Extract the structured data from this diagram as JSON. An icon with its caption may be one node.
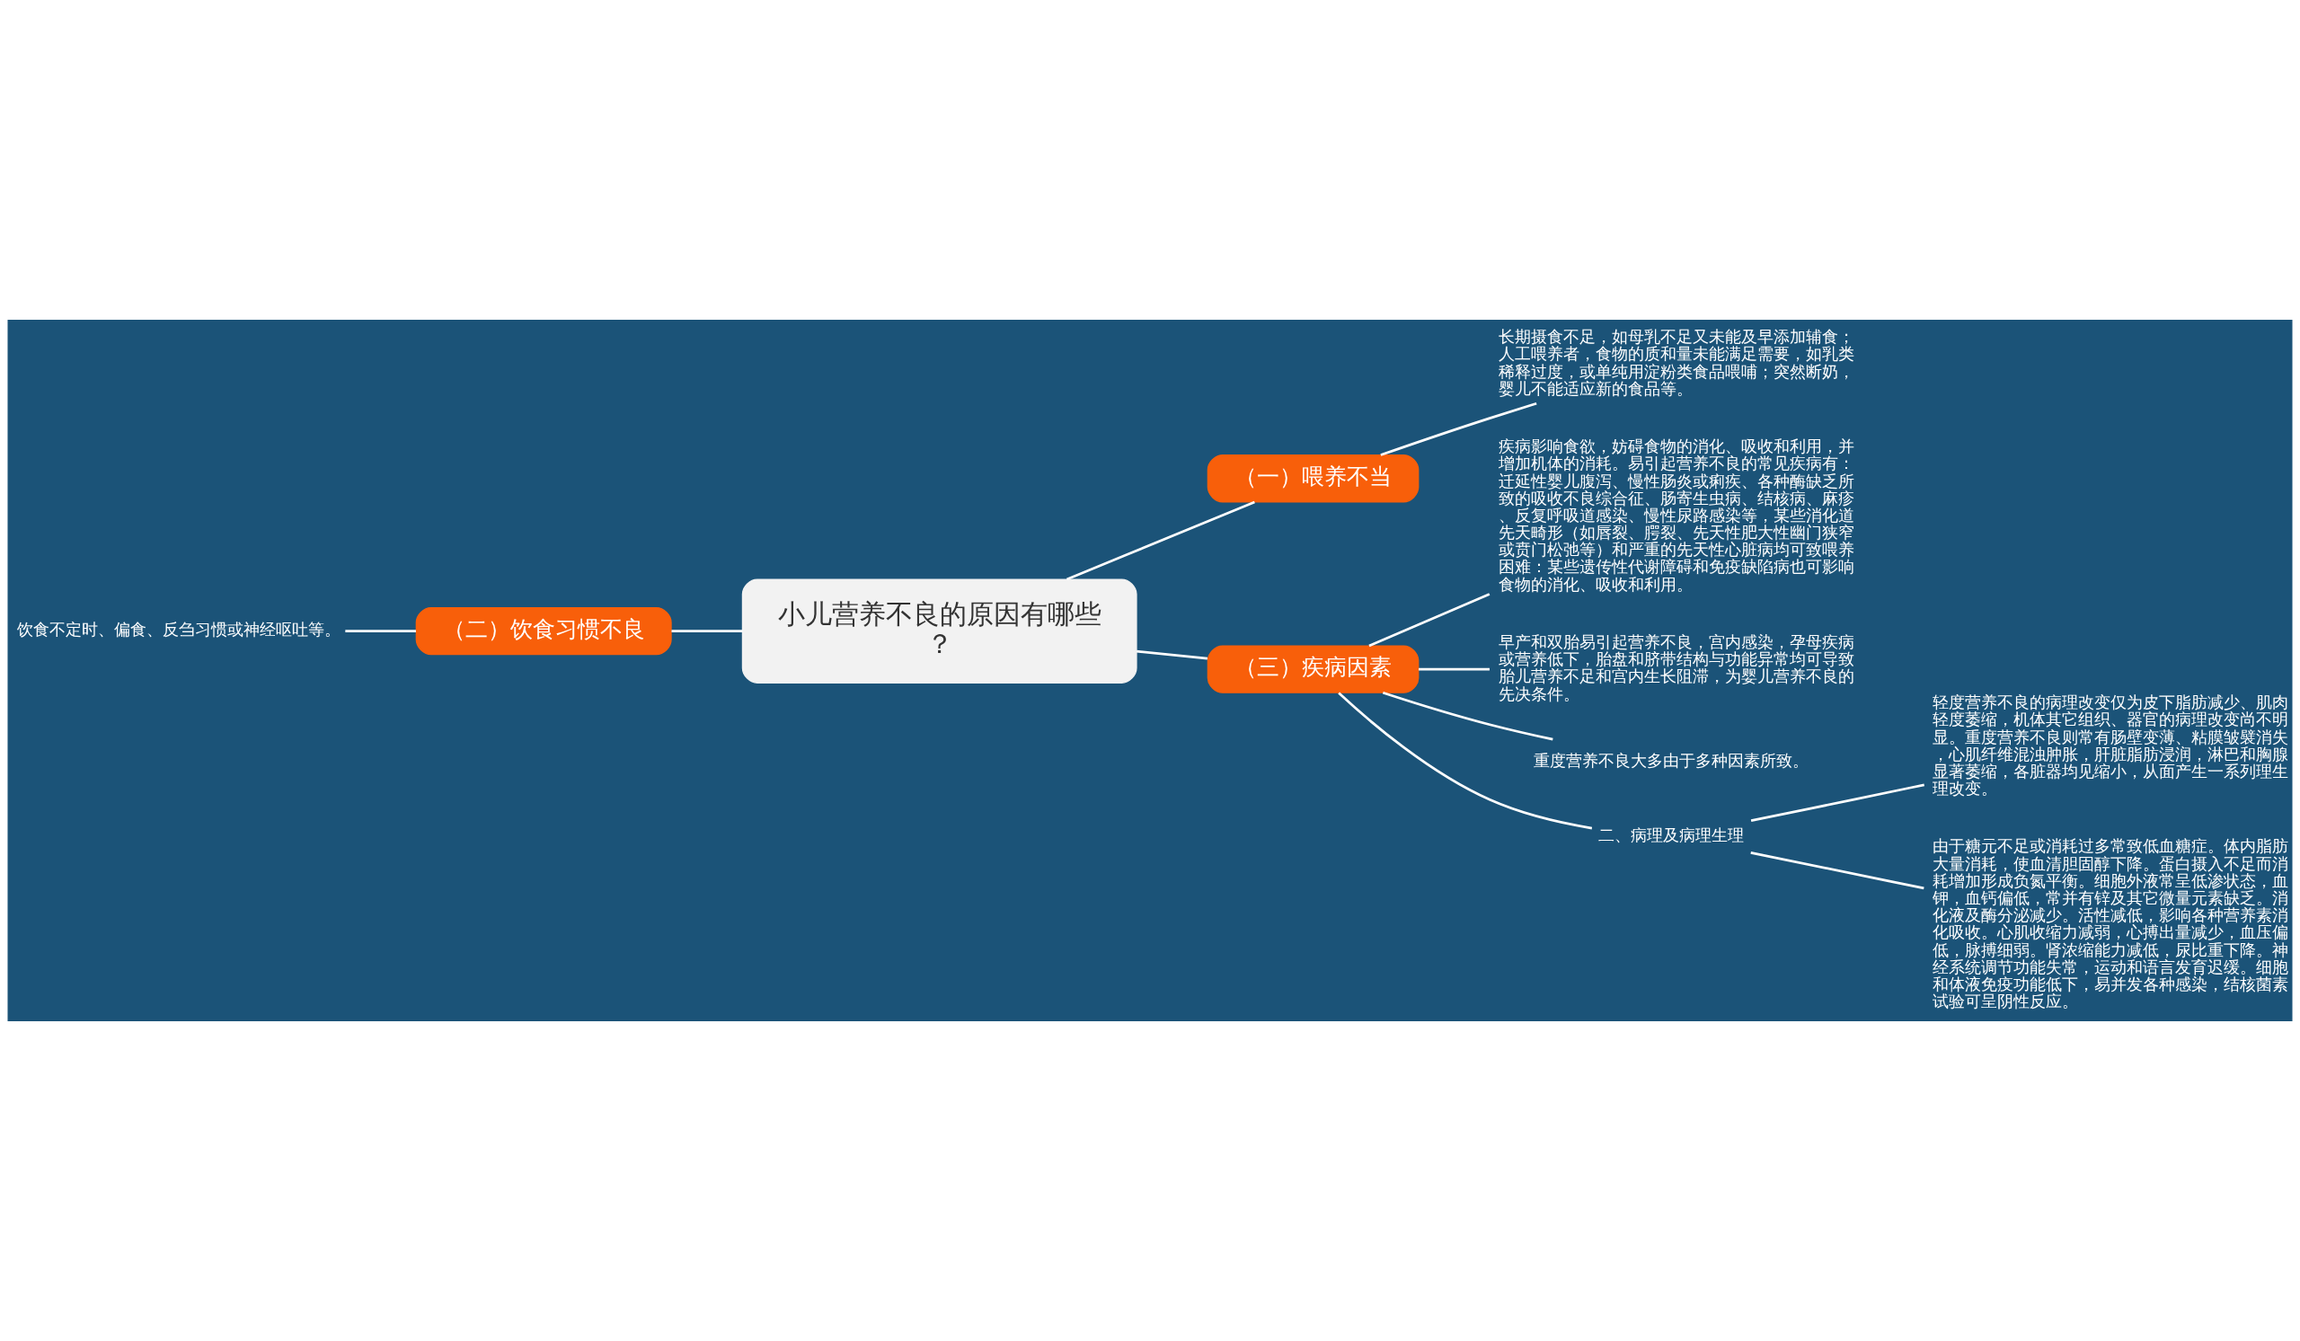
{
  "diagram": {
    "nodes": [
      {
        "text": [
          "小儿营养不良的原因有哪些？"
        ]
      },
      {
        "text": [
          "（一）喂养不当"
        ]
      },
      {
        "text": [
          "长期摄食不足，如母乳不足又未能及早添加辅食；人工喂养者，食物的质和量未能满足需要，如乳类稀释过度，或单纯用淀粉类食品喂哺；突然断奶，婴儿不能适应新的食品等。"
        ]
      },
      {
        "text": [
          "（二）饮食习惯不良"
        ]
      },
      {
        "text": [
          "饮食不定时、偏食、反刍习惯或神经呕吐等。"
        ]
      },
      {
        "text": [
          "（三）疾病因素"
        ]
      },
      {
        "text": [
          "疾病影响食欲，妨碍食物的消化、吸收和利用，并增加机体的消耗。易引起营养不良的常见疾病有：迁延性婴儿腹泻、慢性肠炎或痢疾、各种酶缺乏所致的吸收不良综合征、肠寄生虫病、结核病、麻疹、反复呼吸道感染、慢性尿路感染等，某些消化道先天畸形（如唇裂、腭裂、先天性肥大性幽门狭窄或贲门松弛等）和严重的先天性心脏病均可致喂养困难：某些遗传性代谢障碍和免疫缺陷病也可影响食物的消化、吸收和利用。"
        ]
      },
      {
        "text": [
          "早产和双胎易引起营养不良，宫内感染，孕母疾病或营养低下，胎盘和脐带结构与功能异常均可导致胎儿营养不足和宫内生长阻滞，为婴儿营养不良的先决条件。"
        ]
      },
      {
        "text": [
          "重度营养不良大多由于多种因素所致。"
        ]
      },
      {
        "text": [
          "二、病理及病理生理"
        ]
      },
      {
        "text": [
          "轻度营养不良的病理改变仅为皮下脂肪减少、肌肉轻度萎缩，机体其它组织、器官的病理改变尚不明显。重度营养不良则常有肠壁变薄、粘膜皱襞消失，心肌纤维混浊肿胀，肝脏脂肪浸润，淋巴和胸腺显著萎缩，各脏器均见缩小，从面产生一系列理生理改变。"
        ]
      },
      {
        "text": [
          "由于糖元不足或消耗过多常致低血糖症。体内脂肪大量消耗，使血清胆固醇下降。蛋白摄入不足而消耗增加形成负氮平衡。细胞外液常呈低渗状态，血钾，血钙偏低，常并有锌及其它微量元素缺乏。消化液及酶分泌减少。活性减低，影响各种营养素消化吸收。心肌收缩力减弱，心搏出量减少，血压偏低，脉搏细弱。肾浓缩能力减低，尿比重下降。神经系统调节功能失常，运动和语言发育迟缓。细胞和体液免疫功能低下，易并发各种感染，结核菌素试验可呈阴性反应。"
        ]
      }
    ],
    "edges": [
      {
        "from": 0,
        "to": 1,
        "arrow": "none"
      },
      {
        "from": 1,
        "to": 2,
        "arrow": "none"
      },
      {
        "from": 0,
        "to": 3,
        "arrow": "none"
      },
      {
        "from": 3,
        "to": 4,
        "arrow": "none"
      },
      {
        "from": 0,
        "to": 5,
        "arrow": "none"
      },
      {
        "from": 5,
        "to": 6,
        "arrow": "none"
      },
      {
        "from": 5,
        "to": 7,
        "arrow": "none"
      },
      {
        "from": 5,
        "to": 8,
        "arrow": "none"
      },
      {
        "from": 5,
        "to": 9,
        "arrow": "none"
      },
      {
        "from": 9,
        "to": 10,
        "arrow": "none"
      },
      {
        "from": 9,
        "to": 11,
        "arrow": "none"
      }
    ]
  }
}
